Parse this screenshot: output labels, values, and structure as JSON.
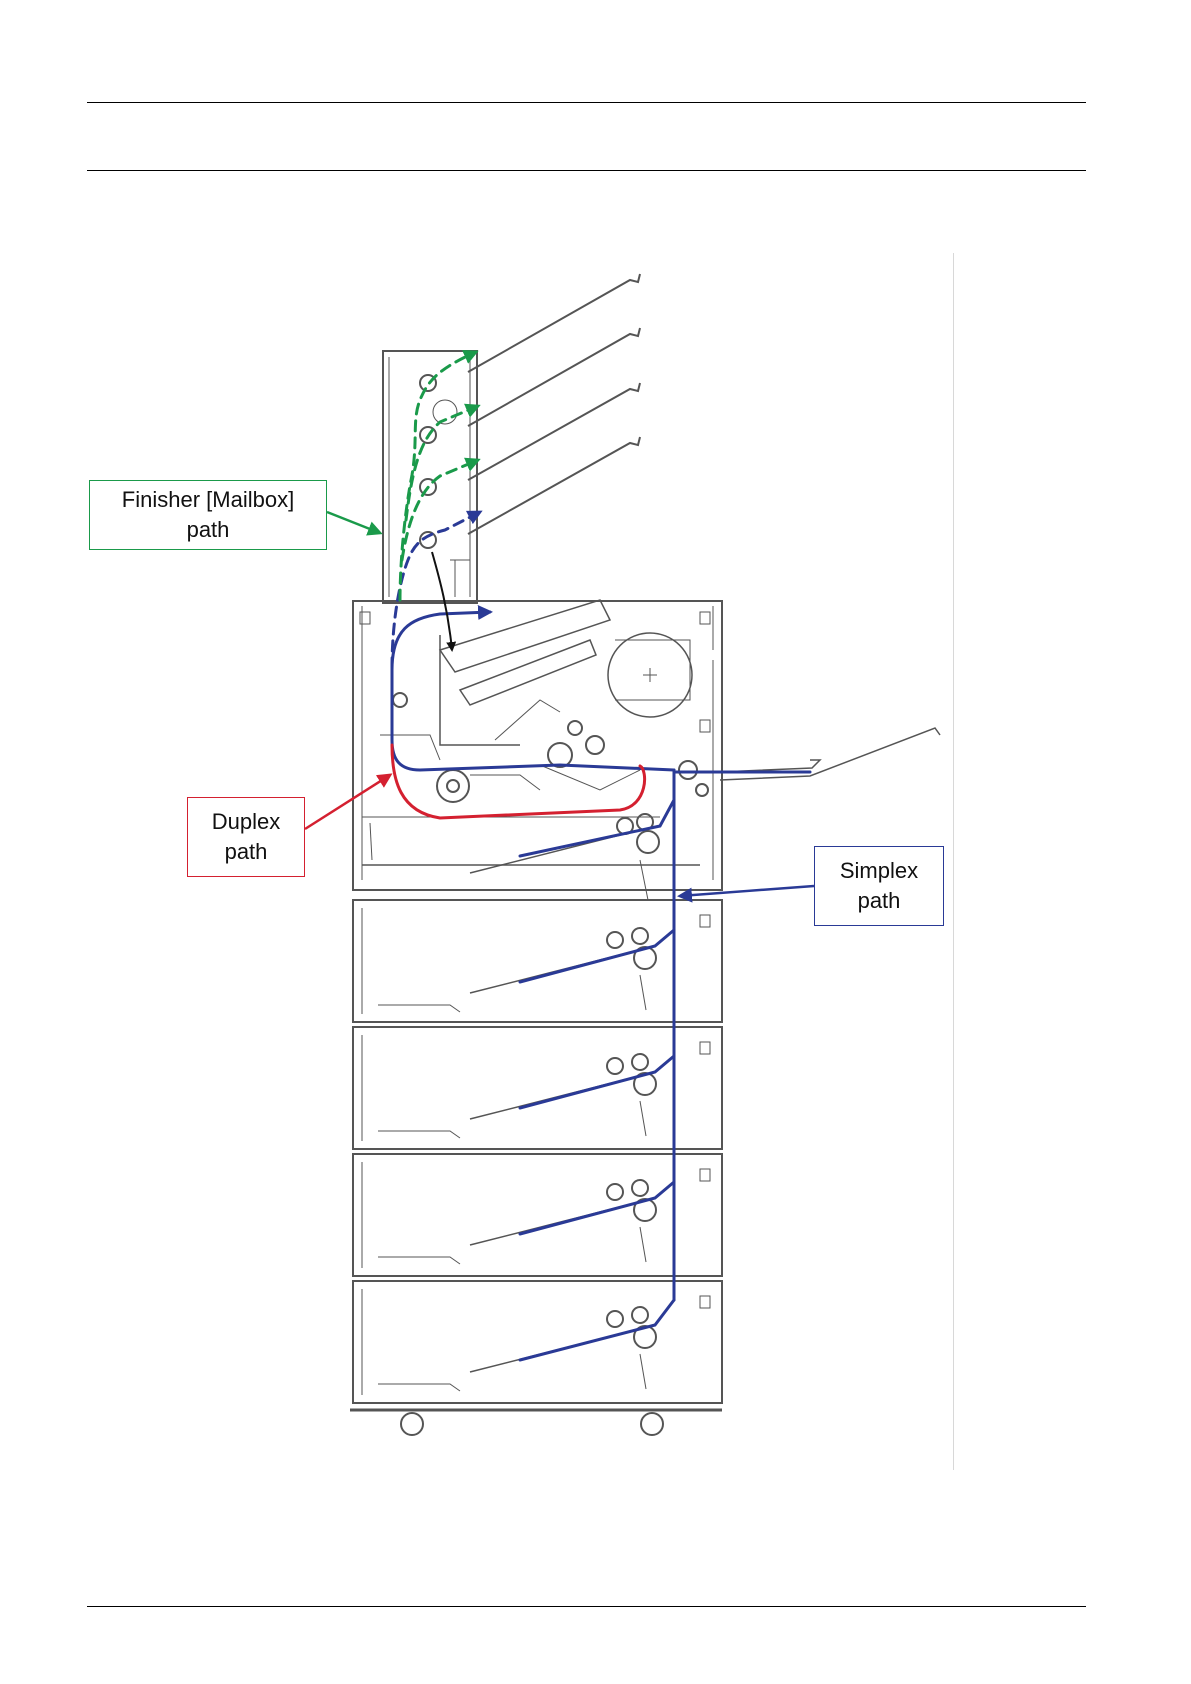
{
  "colors": {
    "finisher": "#1a9a4a",
    "duplex": "#d42030",
    "simplex": "#2a3a96",
    "drawing": "#555555",
    "eject": "#111111"
  },
  "callouts": {
    "finisher": {
      "line1": "Finisher [Mailbox]",
      "line2": "path"
    },
    "duplex": {
      "line1": "Duplex",
      "line2": "path"
    },
    "simplex": {
      "line1": "Simplex",
      "line2": "path"
    }
  }
}
